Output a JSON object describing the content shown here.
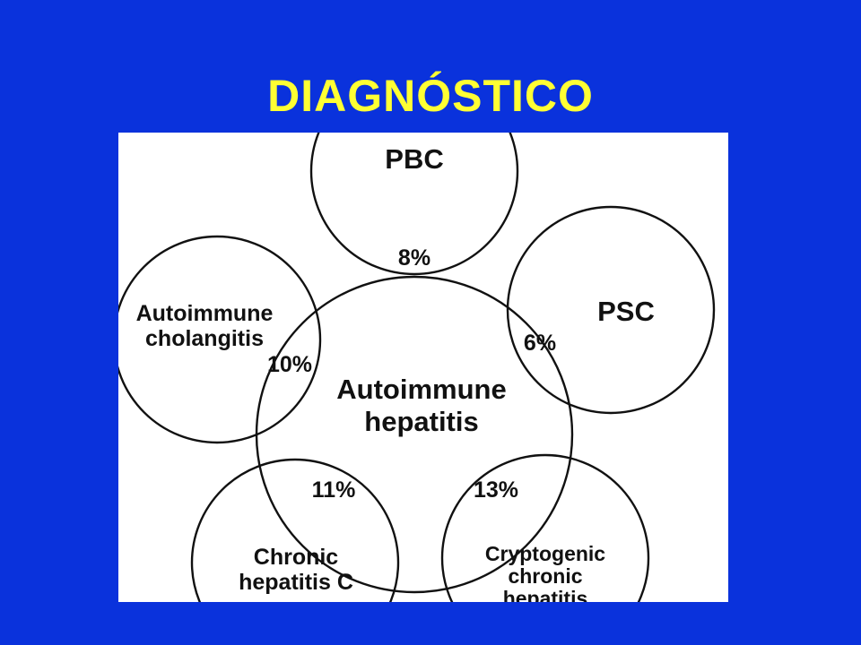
{
  "slide": {
    "title": "DIAGNÓSTICO",
    "background_color": "#0A32DC",
    "title_color": "#FFFF33"
  },
  "diagram": {
    "type": "venn-overlap",
    "center": {
      "name": "autoimmune-hepatitis",
      "label_lines": [
        "Autoimmune",
        "hepatitis"
      ]
    },
    "satellites": [
      {
        "name": "pbc",
        "label_lines": [
          "PBC"
        ],
        "overlap_with_center": "8%"
      },
      {
        "name": "psc",
        "label_lines": [
          "PSC"
        ],
        "overlap_with_center": "6%"
      },
      {
        "name": "cryptogenic-chronic-hepatitis",
        "label_lines": [
          "Cryptogenic",
          "chronic",
          "hepatitis"
        ],
        "overlap_with_center": "13%"
      },
      {
        "name": "chronic-hepatitis-c",
        "label_lines": [
          "Chronic",
          "hepatitis C"
        ],
        "overlap_with_center": "11%"
      },
      {
        "name": "autoimmune-cholangitis",
        "label_lines": [
          "Autoimmune",
          "cholangitis"
        ],
        "overlap_with_center": "10%"
      }
    ]
  }
}
